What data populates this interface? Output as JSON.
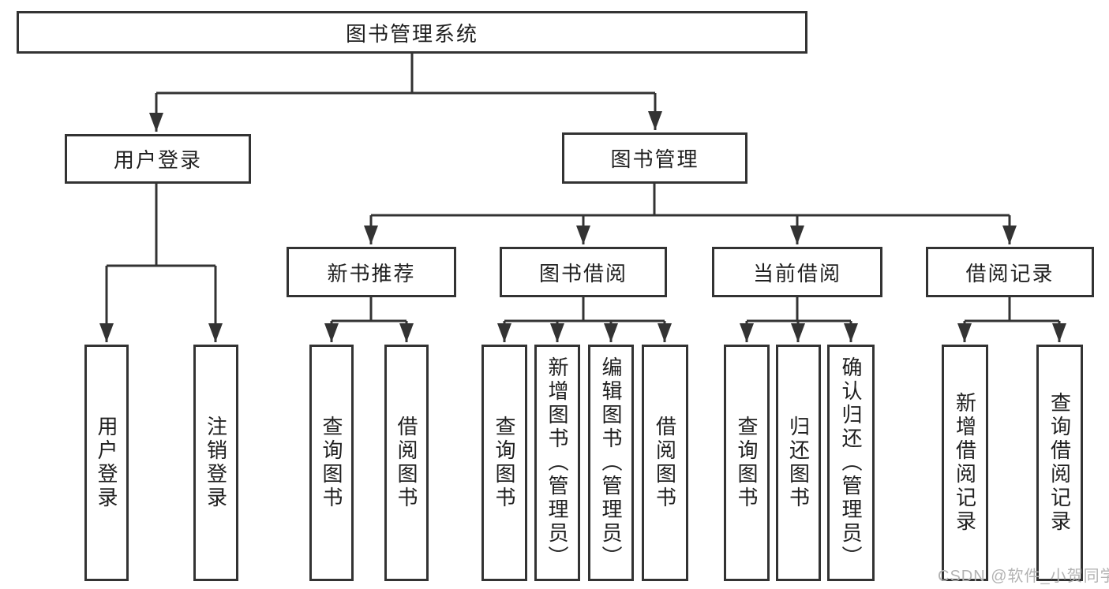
{
  "colors": {
    "line": "#333333",
    "box_border": "#333333",
    "text": "#1f1f1f",
    "background": "#ffffff",
    "watermark": "#b3b3b3"
  },
  "tree": {
    "root": {
      "label": "图书管理系统"
    },
    "branches": [
      {
        "label": "用户登录",
        "children": [
          {
            "label": "用户登录"
          },
          {
            "label": "注销登录"
          }
        ]
      },
      {
        "label": "图书管理",
        "children": [
          {
            "label": "新书推荐",
            "children": [
              {
                "label": "查询图书"
              },
              {
                "label": "借阅图书"
              }
            ]
          },
          {
            "label": "图书借阅",
            "children": [
              {
                "label": "查询图书"
              },
              {
                "label": "新增图书（管理员）"
              },
              {
                "label": "编辑图书（管理员）"
              },
              {
                "label": "借阅图书"
              }
            ]
          },
          {
            "label": "当前借阅",
            "children": [
              {
                "label": "查询图书"
              },
              {
                "label": "归还图书"
              },
              {
                "label": "确认归还（管理员）"
              }
            ]
          },
          {
            "label": "借阅记录",
            "children": [
              {
                "label": "新增借阅记录"
              },
              {
                "label": "查询借阅记录"
              }
            ]
          }
        ]
      }
    ]
  },
  "watermark": {
    "text": "CSDN @软件_小贺同学"
  }
}
